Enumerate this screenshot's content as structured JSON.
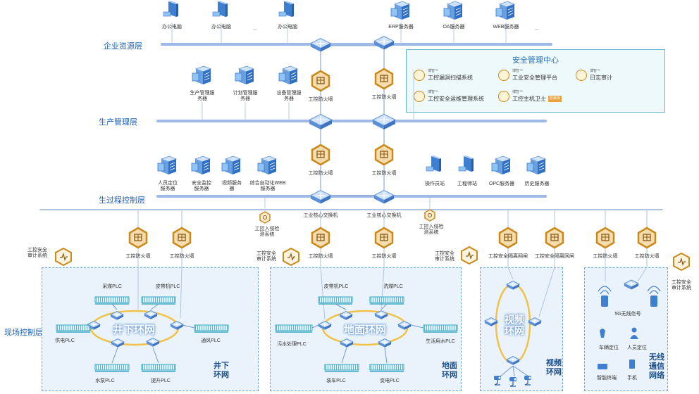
{
  "layers": {
    "enterprise": "企业资源层",
    "production": "生产管理层",
    "process": "生过程控制层",
    "field": "现场控制层"
  },
  "top_devices": [
    {
      "label": "办公电脑",
      "kind": "pc"
    },
    {
      "label": "办公电脑",
      "kind": "pc"
    },
    {
      "label": "...",
      "kind": "none"
    },
    {
      "label": "办公电脑",
      "kind": "pc"
    },
    {
      "label": "ERP服务器",
      "kind": "server"
    },
    {
      "label": "OA服务器",
      "kind": "server"
    },
    {
      "label": "WEB服务器",
      "kind": "server"
    },
    {
      "label": "...",
      "kind": "none"
    }
  ],
  "prod_servers": [
    "生产管理服务器",
    "计划管理服务器",
    "设备管理服务器"
  ],
  "firewall_label": "工控防火墙",
  "security_center": {
    "title": "安全管理中心",
    "brand": "博智™",
    "items": [
      "工控漏洞扫描系统",
      "工业安全管理平台",
      "日志审计",
      "工控安全运维管理系统",
      "工控主机卫士"
    ],
    "badge": "防病毒"
  },
  "process_servers": [
    "人员定位服务器",
    "安全监控服务器",
    "视频服务器",
    "综合自动化WEB服务器"
  ],
  "process_right": [
    "操作员站",
    "工程师站",
    "OPC服务器",
    "历史服务器"
  ],
  "core_switch_label": "工业核心交换机",
  "ids_label": "工控入侵检测系统",
  "audit_label": "工控安全审计系统",
  "isolation_label": "工控安全隔离网闸",
  "underground": {
    "ring": "井下环网",
    "corner": "井下环网",
    "plcs": [
      "采煤PLC",
      "皮带机PLC",
      "供电PLC",
      "通风PLC",
      "水泵PLC",
      "提升PLC"
    ]
  },
  "surface": {
    "ring": "地面环网",
    "corner": "地面环网",
    "plcs": [
      "皮带机PLC",
      "洗煤PLC",
      "污水处理PLC",
      "生活用水PLC",
      "装车PLC",
      "变电PLC"
    ]
  },
  "video": {
    "ring": "视频环网",
    "corner": "视频环网"
  },
  "wireless": {
    "signal": "5G无线信号",
    "vehicle": "车辆定位",
    "person": "人员定位",
    "terminal": "智能终端",
    "phone": "手机",
    "corner": "无线通信网络"
  },
  "colors": {
    "bus": "#9cb9e8",
    "layer_text": "#1a5fb4",
    "firewall": "#c98a1b",
    "panel": "#eaf3fb",
    "ring": "#f0c24a",
    "plc": "#3aa7c4"
  }
}
